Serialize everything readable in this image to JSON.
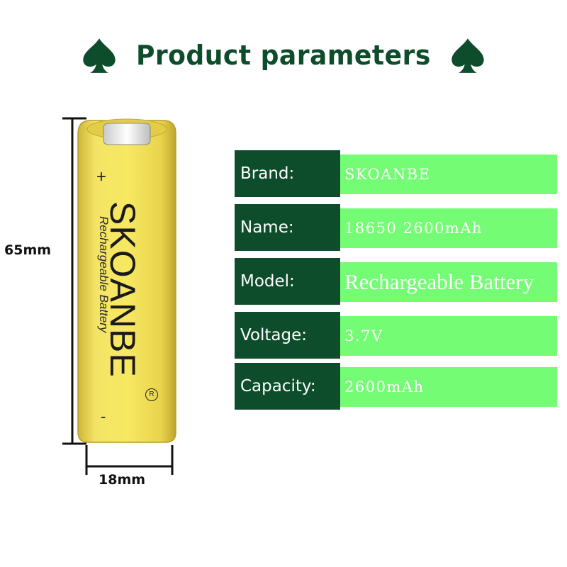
{
  "header": {
    "title": "Product parameters",
    "left_icon": "spade-icon",
    "right_icon": "spade-icon",
    "color": "#0d4d2b"
  },
  "battery": {
    "brand": "SKOANBE",
    "subtitle": "Rechargeable Battery",
    "registered_mark": "R",
    "positive": "+",
    "negative": "-",
    "color": "#f2e05a"
  },
  "dimensions": {
    "height": "65mm",
    "width": "18mm"
  },
  "parameters": [
    {
      "label": "Brand:",
      "value": "SKOANBE"
    },
    {
      "label": "Name:",
      "value": "18650 2600mAh"
    },
    {
      "label": "Model:",
      "value": "Rechargeable Battery"
    },
    {
      "label": "Voltage:",
      "value": "3.7V"
    },
    {
      "label": "Capacity:",
      "value": "2600mAh"
    }
  ],
  "colors": {
    "label_bg": "#0d4d2b",
    "value_bg": "#74fc74",
    "text": "#ffffff"
  }
}
